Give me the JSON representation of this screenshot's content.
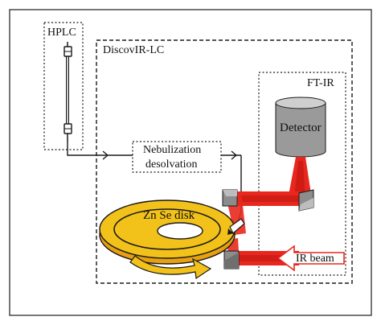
{
  "labels": {
    "hplc": "HPLC",
    "discovir": "DiscovIR-LC",
    "ftir": "FT-IR",
    "detector": "Detector",
    "nebulization_line1": "Nebulization",
    "nebulization_line2": "desolvation",
    "disk": "Zn Se disk",
    "ir_beam": "IR beam"
  },
  "colors": {
    "outline": "#1a1a1a",
    "beam_red": "#e8281e",
    "beam_dark": "#b3100c",
    "disk_yellow": "#f2c21a",
    "disk_orange": "#e6a010",
    "detector_gray": "#9a9a9a",
    "detector_light": "#cfcfcf",
    "mirror_gray": "#8c8c8c"
  }
}
